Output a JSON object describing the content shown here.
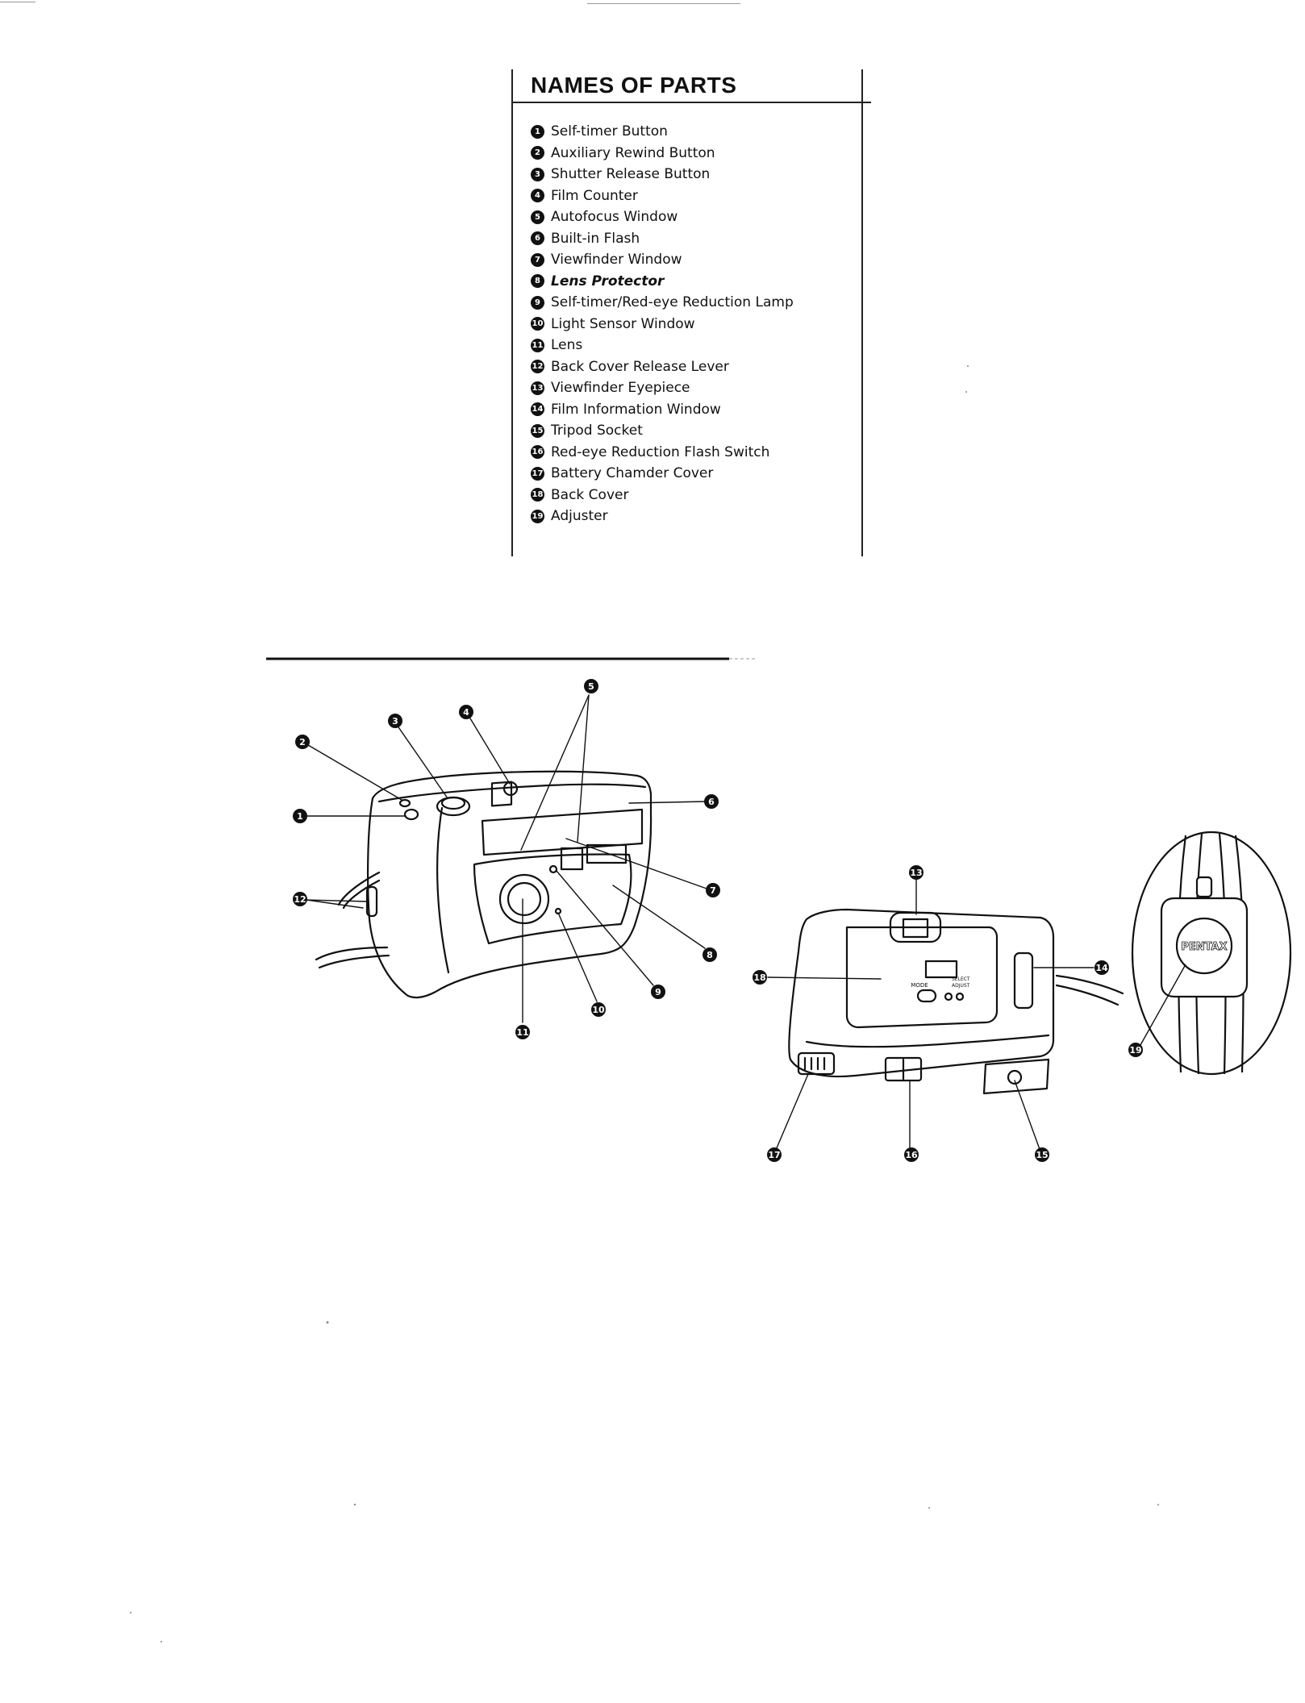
{
  "section_title": "NAMES OF PARTS",
  "parts": [
    {
      "num": "1",
      "label": "Self-timer Button"
    },
    {
      "num": "2",
      "label": "Auxiliary Rewind Button"
    },
    {
      "num": "3",
      "label": "Shutter Release Button"
    },
    {
      "num": "4",
      "label": "Film Counter"
    },
    {
      "num": "5",
      "label": "Autofocus Window"
    },
    {
      "num": "6",
      "label": "Built-in Flash"
    },
    {
      "num": "7",
      "label": "Viewfinder Window"
    },
    {
      "num": "8",
      "label": "Lens Protector"
    },
    {
      "num": "9",
      "label": "Self-timer/Red-eye Reduction Lamp"
    },
    {
      "num": "10",
      "label": "Light Sensor Window"
    },
    {
      "num": "11",
      "label": "Lens"
    },
    {
      "num": "12",
      "label": "Back Cover Release Lever"
    },
    {
      "num": "13",
      "label": "Viewfinder Eyepiece"
    },
    {
      "num": "14",
      "label": "Film Information Window"
    },
    {
      "num": "15",
      "label": "Tripod Socket"
    },
    {
      "num": "16",
      "label": "Red-eye Reduction Flash Switch"
    },
    {
      "num": "17",
      "label": "Battery Chamder Cover"
    },
    {
      "num": "18",
      "label": "Back Cover"
    },
    {
      "num": "19",
      "label": "Adjuster"
    }
  ],
  "camera_back_labels": {
    "mode": "MODE",
    "select": "SELECT",
    "adjust": "ADJUST"
  },
  "strap_tag_brand": "PENTAX"
}
